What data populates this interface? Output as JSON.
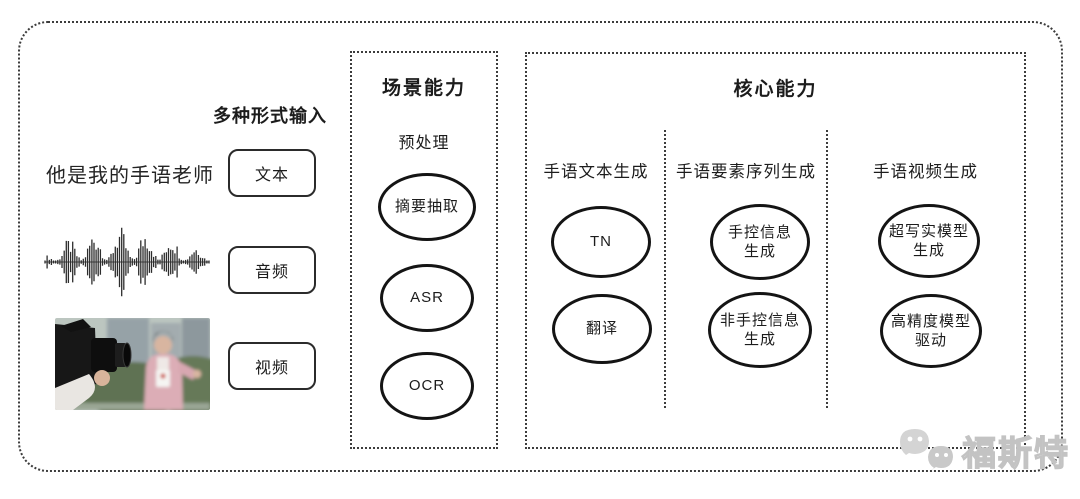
{
  "input_section": {
    "label": "多种形式输入",
    "text_example": "他是我的手语老师",
    "items": [
      "文本",
      "音频",
      "视频"
    ],
    "media": {
      "waveform": "audio-waveform-graphic",
      "photo": "reporter-being-filmed-photo"
    }
  },
  "scene_section": {
    "title": "场景能力",
    "subtitle": "预处理",
    "nodes": [
      "摘要抽取",
      "ASR",
      "OCR"
    ]
  },
  "core_section": {
    "title": "核心能力",
    "columns": [
      {
        "header": "手语文本生成",
        "nodes": [
          "TN",
          "翻译"
        ]
      },
      {
        "header": "手语要素序列生成",
        "nodes": [
          "手控信息\n生成",
          "非手控信息\n生成"
        ]
      },
      {
        "header": "手语视频生成",
        "nodes": [
          "超写实模型\n生成",
          "高精度模型\n驱动"
        ]
      }
    ]
  },
  "watermark": {
    "text": "福斯特",
    "icon": "wechat-bubbles-icon"
  },
  "colors": {
    "line": "#141414",
    "dotted_border": "#3c3c3c",
    "watermark_gray": "#c9c9c9",
    "background": "#ffffff"
  }
}
